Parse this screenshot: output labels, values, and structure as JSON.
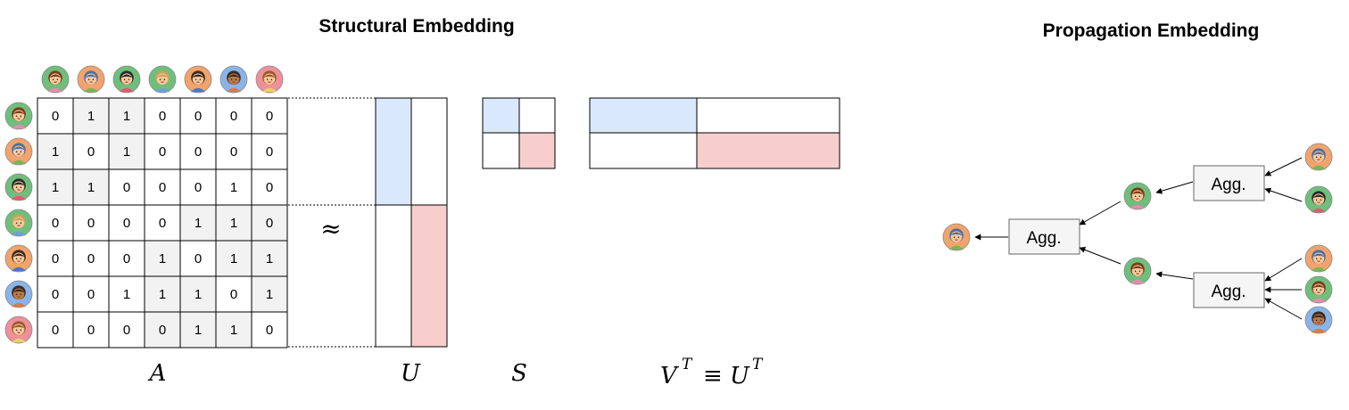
{
  "structural": {
    "title": "Structural Embedding",
    "matrix": [
      [
        0,
        1,
        1,
        0,
        0,
        0,
        0
      ],
      [
        1,
        0,
        1,
        0,
        0,
        0,
        0
      ],
      [
        1,
        1,
        0,
        0,
        0,
        1,
        0
      ],
      [
        0,
        0,
        0,
        0,
        1,
        1,
        0
      ],
      [
        0,
        0,
        0,
        1,
        0,
        1,
        1
      ],
      [
        0,
        0,
        1,
        1,
        1,
        0,
        1
      ],
      [
        0,
        0,
        0,
        0,
        1,
        1,
        0
      ]
    ],
    "approx_symbol": "≈",
    "labels": {
      "A": "A",
      "U": "U",
      "S": "S",
      "VT_U": "V",
      "VT_sup": "T",
      "equiv": "≡",
      "UT": "U",
      "UT_sup": "T"
    },
    "people": [
      {
        "icon": "girl-green-avatar-icon",
        "bg": "#6fbf7c",
        "skin": "#f4c89a",
        "hair": "#7a3b1c",
        "shirt": "#e58ab0"
      },
      {
        "icon": "boy-orange-avatar-icon",
        "bg": "#f2a36b",
        "skin": "#f4c89a",
        "hair": "#4a6fa5",
        "shirt": "#79b55a"
      },
      {
        "icon": "girl-darkhair-avatar-icon",
        "bg": "#6fbf7c",
        "skin": "#f4c89a",
        "hair": "#2b2b2b",
        "shirt": "#e4596f"
      },
      {
        "icon": "boy-green-avatar-icon",
        "bg": "#6fbf7c",
        "skin": "#f4c89a",
        "hair": "#c8a25a",
        "shirt": "#6fa0d8"
      },
      {
        "icon": "man-orange-avatar-icon",
        "bg": "#f2a36b",
        "skin": "#f4c89a",
        "hair": "#3b2a20",
        "shirt": "#4a78c2"
      },
      {
        "icon": "boy-blue-avatar-icon",
        "bg": "#8ab4e8",
        "skin": "#b87a4b",
        "hair": "#3b2a20",
        "shirt": "#e27a3a"
      },
      {
        "icon": "girl-pink-avatar-icon",
        "bg": "#ef8f9a",
        "skin": "#f4c89a",
        "hair": "#9b5a2a",
        "shirt": "#e9d16a"
      }
    ],
    "colors": {
      "blue": "#dae8fc",
      "red": "#f8cecc",
      "shade": "#f2f2f2"
    }
  },
  "propagation": {
    "title": "Propagation Embedding",
    "agg_label": "Agg.",
    "nodes": {
      "root": "boy-orange-avatar-icon",
      "mid_top": "girl-green-avatar-icon",
      "mid_bottom": "girl-green-avatar-icon",
      "leaf1": "boy-orange-avatar-icon",
      "leaf2": "girl-darkhair-avatar-icon",
      "leaf3": "boy-orange-avatar-icon",
      "leaf4": "girl-green-avatar-icon",
      "leaf5": "boy-blue-avatar-icon"
    }
  }
}
